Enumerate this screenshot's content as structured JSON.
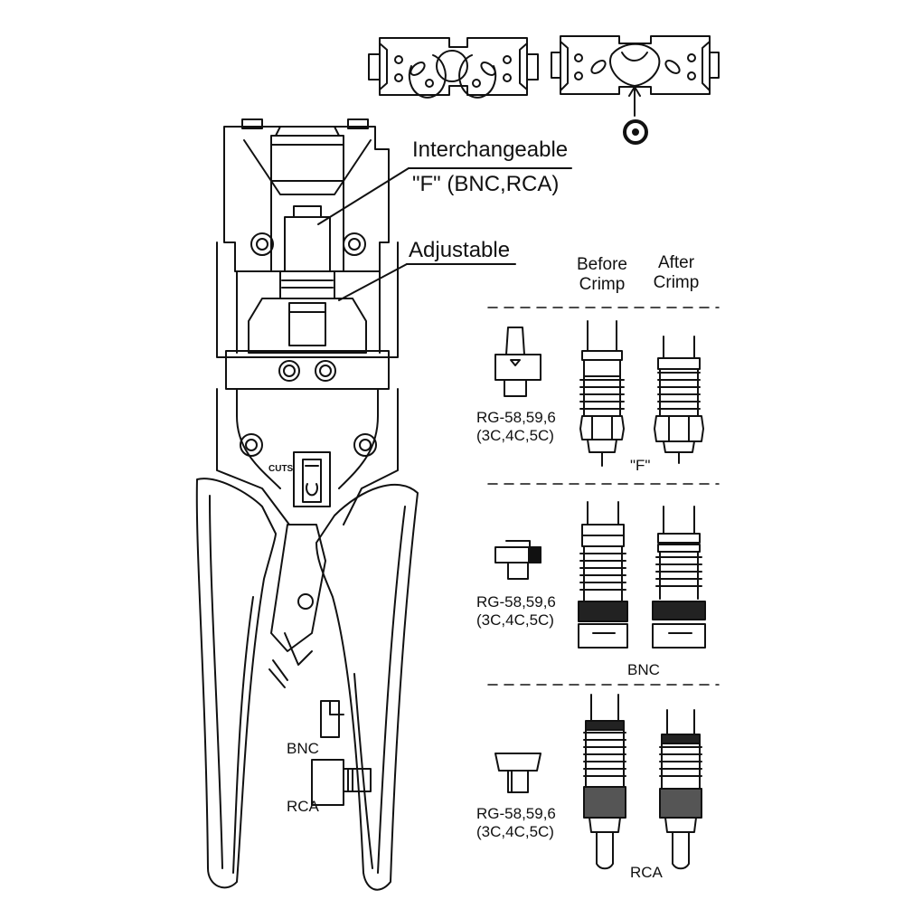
{
  "callouts": {
    "interchangeable": "Interchangeable",
    "die_types": "\"F\" (BNC,RCA)",
    "adjustable": "Adjustable"
  },
  "tool_labels": {
    "cuts": "CUTS",
    "bnc": "BNC",
    "rca": "RCA"
  },
  "columns": {
    "before": "Before\nCrimp",
    "after": "After\nCrimp"
  },
  "rows": [
    {
      "cable": "RG-58,59,6\n(3C,4C,5C)",
      "connector": "\"F\""
    },
    {
      "cable": "RG-58,59,6\n(3C,4C,5C)",
      "connector": "BNC"
    },
    {
      "cable": "RG-58,59,6\n(3C,4C,5C)",
      "connector": "RCA"
    }
  ]
}
